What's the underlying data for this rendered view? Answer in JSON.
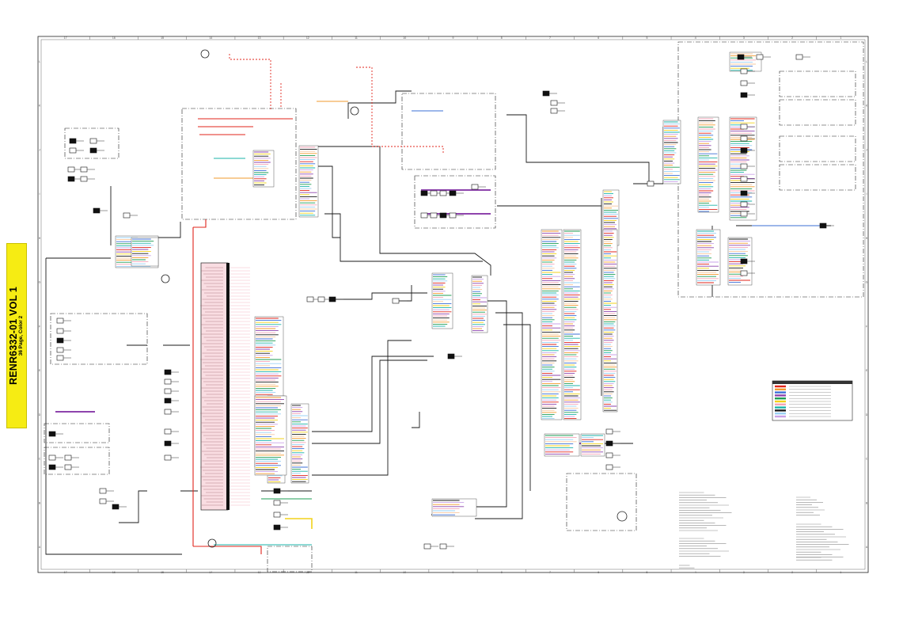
{
  "document": {
    "id_label": "RENR6332-01 VOL 1",
    "sub_label": "36 Page, Color 2"
  },
  "grid": {
    "columns": [
      "17",
      "16",
      "15",
      "14",
      "13",
      "12",
      "11",
      "10",
      "9",
      "8",
      "7",
      "6",
      "5",
      "4",
      "3",
      "2",
      "1"
    ],
    "rows": [
      "L",
      "K",
      "J",
      "I",
      "H",
      "G",
      "F",
      "E",
      "D",
      "C",
      "B",
      "A"
    ]
  },
  "colors": {
    "wire_black": "#1a1a1a",
    "wire_red": "#e0241b",
    "wire_orange": "#f29a2e",
    "wire_blue": "#3b6fd6",
    "wire_purple": "#8e44ad",
    "wire_green": "#1f9d55",
    "wire_yellow": "#f2d21b",
    "wire_pink": "#f4a6b8",
    "wire_teal": "#1bb3a8",
    "ecm_fill": "#f9dde2",
    "tab_yellow": "#f6ec13"
  }
}
